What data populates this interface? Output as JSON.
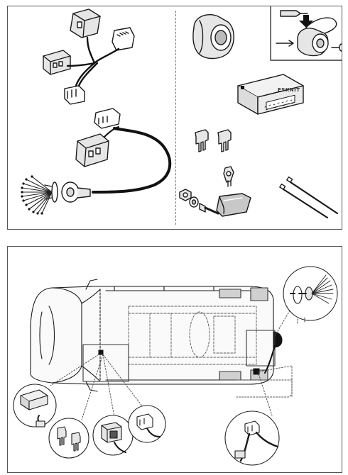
{
  "brand": {
    "logo_text": "ESKNIT"
  },
  "colors": {
    "line": "#1a1a1a",
    "panel_border": "#555555",
    "shade": "#c8c8c8",
    "light": "#e6e6e6"
  },
  "components": [
    {
      "name": "vehicle-connector-plugs",
      "icon": "plug-connectors"
    },
    {
      "name": "trailer-socket-cable",
      "icon": "cable-harness"
    },
    {
      "name": "socket-housing",
      "icon": "socket"
    },
    {
      "name": "socket-mounting-detail",
      "icon": "socket-mount"
    },
    {
      "name": "control-module",
      "icon": "module-box"
    },
    {
      "name": "fuses",
      "icon": "fuse"
    },
    {
      "name": "earth-terminal",
      "icon": "ring-terminal"
    },
    {
      "name": "bolt-set",
      "icon": "bolt"
    },
    {
      "name": "foam-pad",
      "icon": "pad"
    },
    {
      "name": "cable-ties",
      "icon": "cable-tie"
    }
  ]
}
